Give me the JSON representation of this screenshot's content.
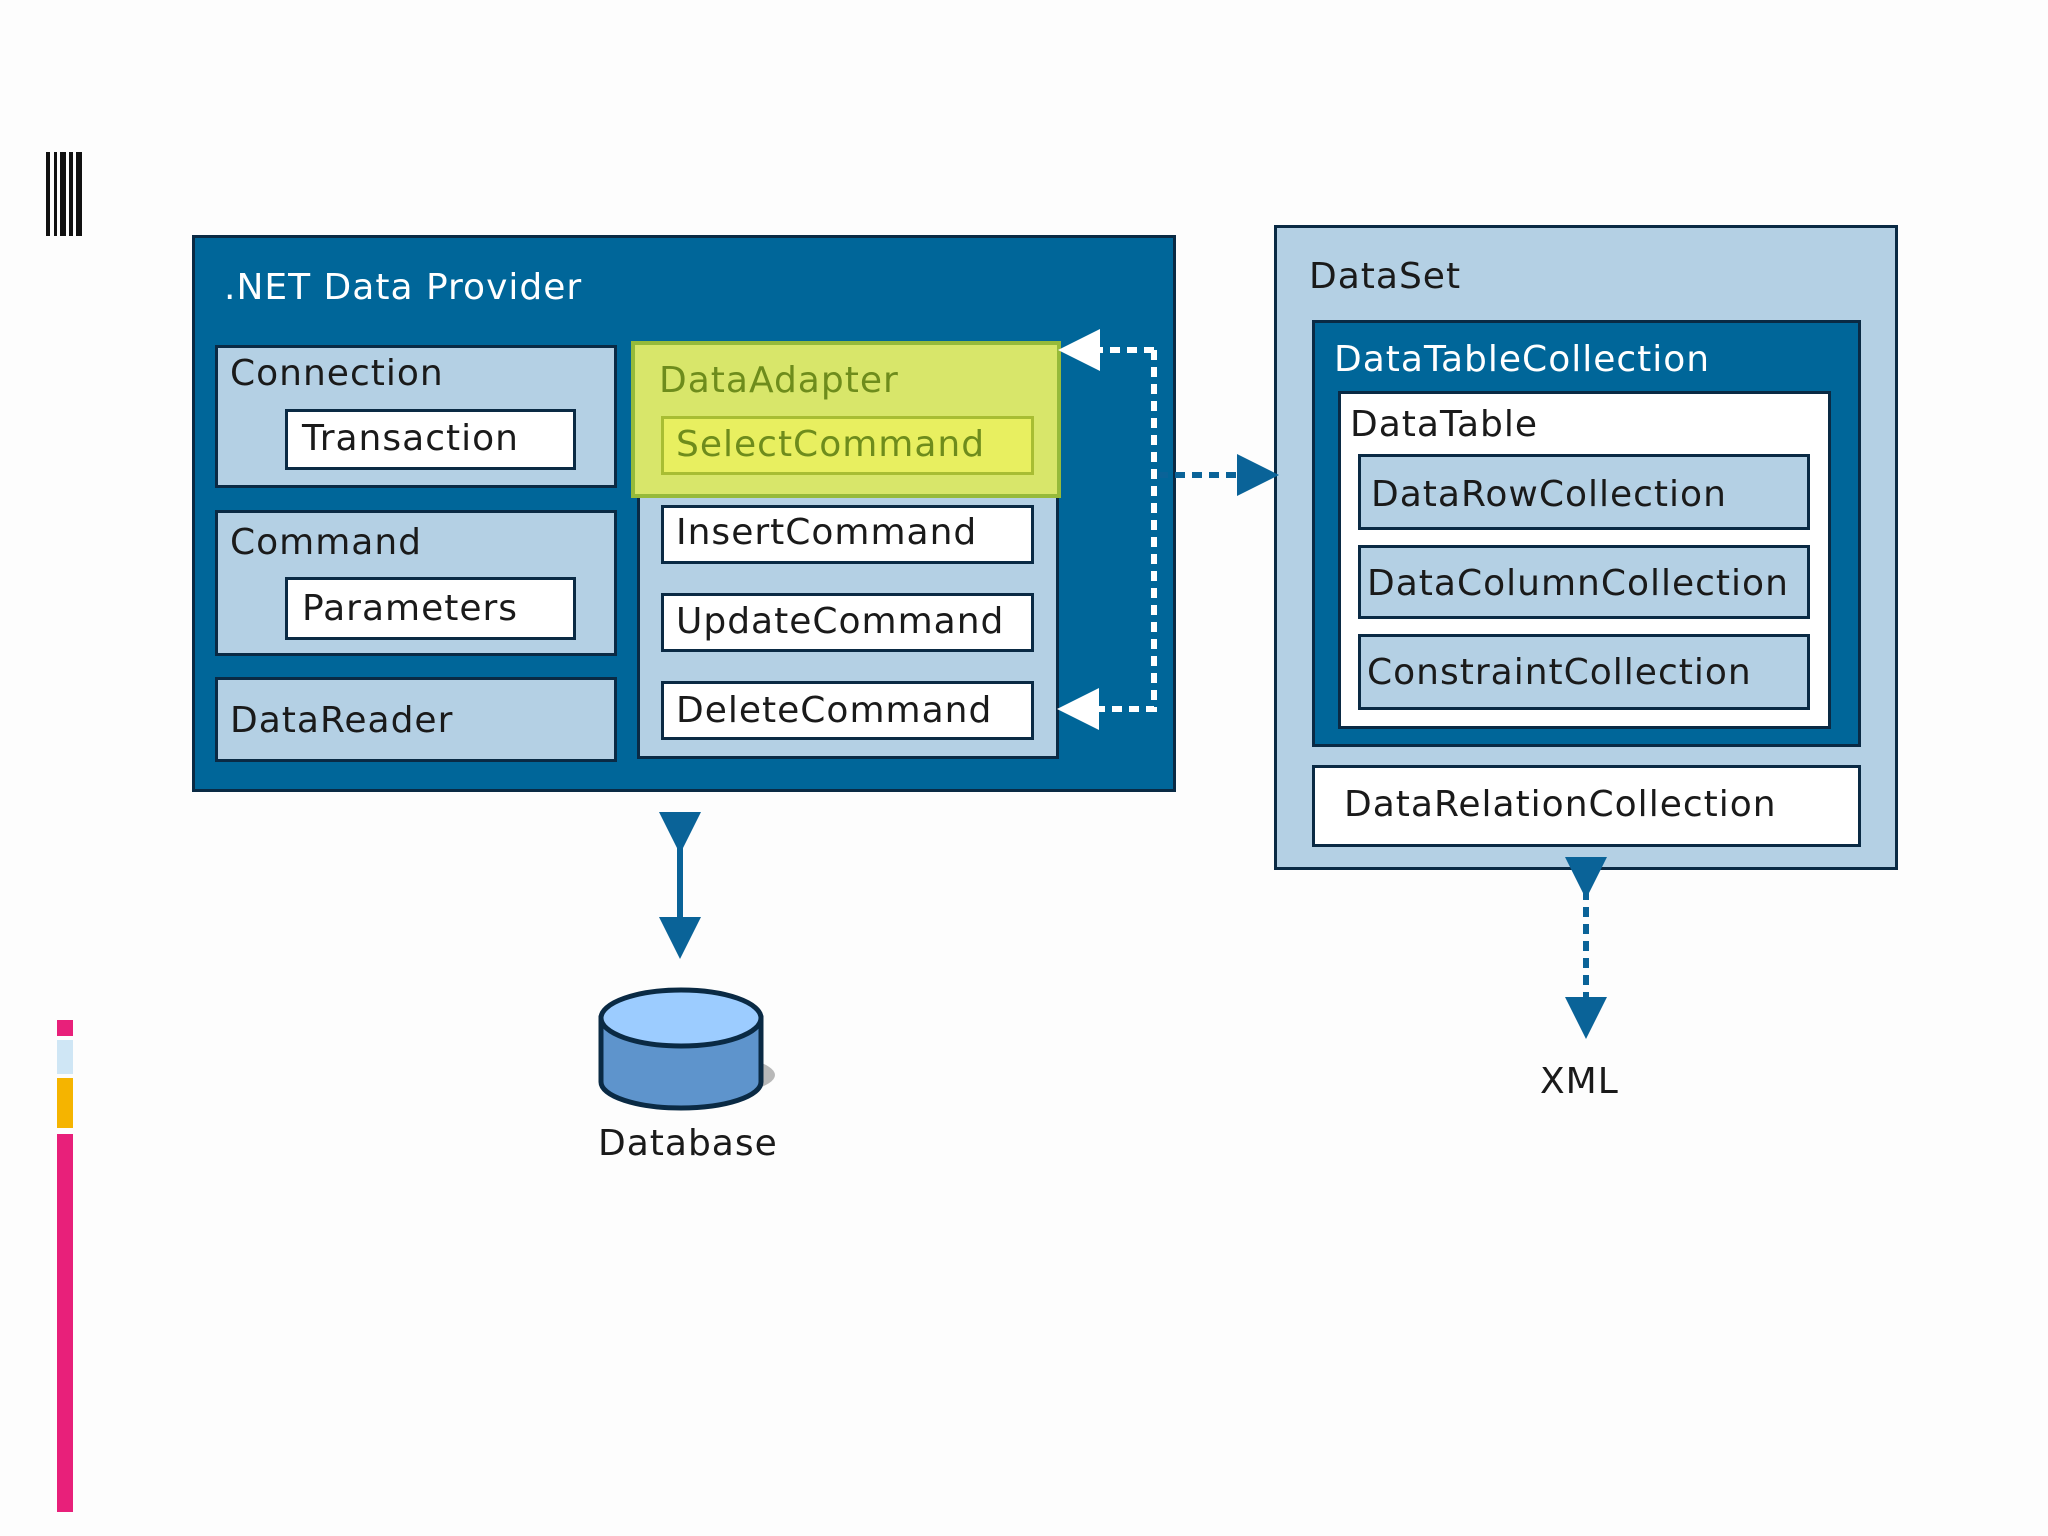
{
  "provider": {
    "title": ".NET Data Provider",
    "connection": "Connection",
    "transaction": "Transaction",
    "command": "Command",
    "parameters": "Parameters",
    "datareader": "DataReader",
    "adapter": {
      "title": "DataAdapter",
      "commands": [
        "SelectCommand",
        "InsertCommand",
        "UpdateCommand",
        "DeleteCommand"
      ]
    }
  },
  "dataset": {
    "title": "DataSet",
    "tablecollection": "DataTableCollection",
    "datatable": "DataTable",
    "rows": "DataRowCollection",
    "columns": "DataColumnCollection",
    "constraints": "ConstraintCollection",
    "relations": "DataRelationCollection"
  },
  "database_label": "Database",
  "xml_label": "XML",
  "colors": {
    "dark_blue": "#006699",
    "light_blue": "#b4d0e4",
    "highlight": "#d8e66a",
    "arrow": "#0a6398",
    "accent_pink": "#e8207a",
    "accent_orange": "#f5b400",
    "accent_pale": "#cfe6f5"
  },
  "icons": [
    "barcode-icon",
    "database-icon"
  ]
}
